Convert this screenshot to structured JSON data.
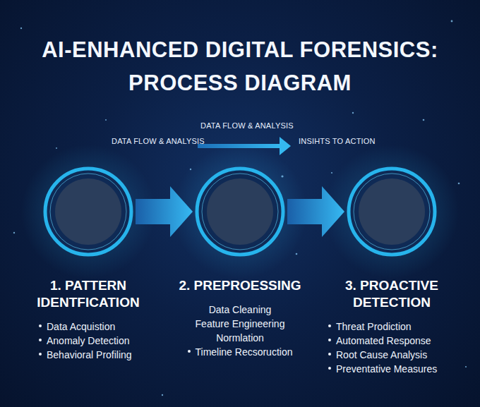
{
  "diagram": {
    "title": "AI-ENHANCED DIGITAL FORENSICS: PROCESS DIAGRAM",
    "nodes": [
      {
        "text": [
          "1. PATTERN IDENTFICATION",
          "Data Acquistion",
          "Anomaly Detection",
          "Behavioral Profiling"
        ]
      },
      {
        "text": [
          "2. PREPROESSING",
          "Data Cleaning",
          "Feature Engineering",
          "Normlation",
          "Timeline Recsoruction"
        ]
      },
      {
        "text": [
          "3. PROACTIVE DETECTION",
          "Threat Prodiction",
          "Automated Response",
          "Root Cause Analysis",
          "Preventative Measures"
        ]
      }
    ],
    "edges": [
      {
        "from": 0,
        "to": 1,
        "arrow": "to"
      },
      {
        "from": 1,
        "to": 2,
        "arrow": "to"
      }
    ],
    "labels": [
      "DATA FLOW & ANALYSIS",
      "DATA FLOW & ANALYSIS",
      "INSIHTS TO ACTION"
    ]
  }
}
